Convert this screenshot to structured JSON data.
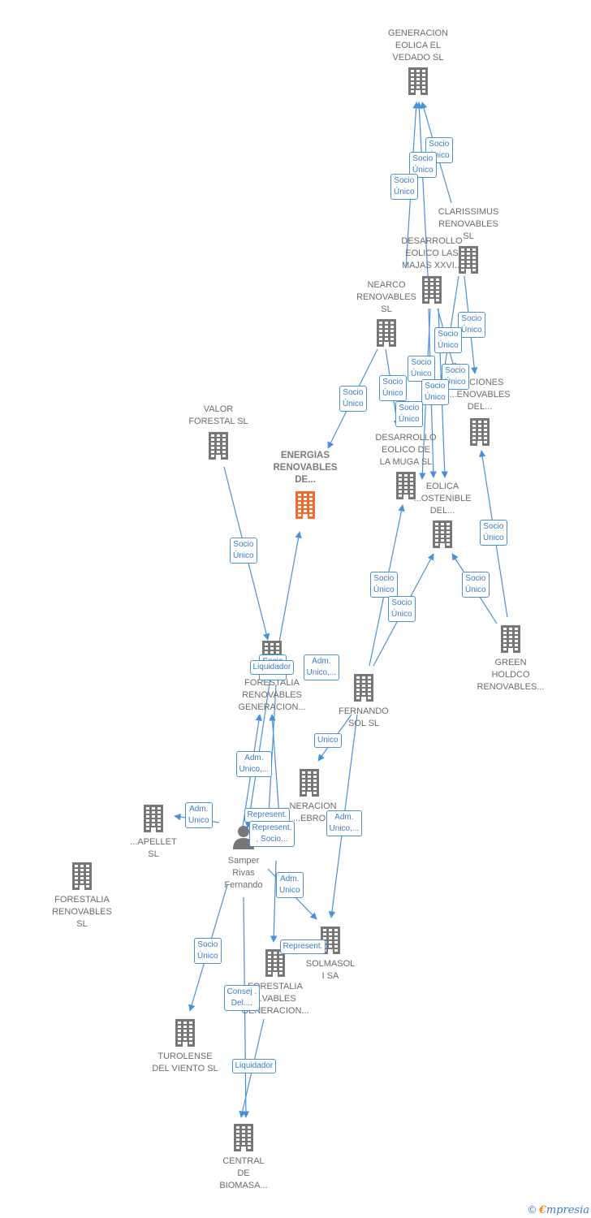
{
  "colors": {
    "edge": "#4a90d9",
    "node": "#777777",
    "main_node": "#f26a2e",
    "label": "#6b6b6b"
  },
  "nodes": [
    {
      "id": "n1",
      "label": "GENERACION\nEOLICA EL\nVEDADO SL",
      "type": "company"
    },
    {
      "id": "n2",
      "label": "CLARISSIMUS\nRENOVABLES\nSL",
      "type": "company"
    },
    {
      "id": "n3",
      "label": "DESARROLLO\nEOLICO LAS\nMAJAS XXVI...",
      "type": "company"
    },
    {
      "id": "n4",
      "label": "NEARCO\nRENOVABLES\nSL",
      "type": "company"
    },
    {
      "id": "n5",
      "label": "...ACIONES\n...ENOVABLES\nDEL...",
      "type": "company"
    },
    {
      "id": "n6",
      "label": "VALOR\nFORESTAL SL",
      "type": "company"
    },
    {
      "id": "n7",
      "label": "ENERGIAS\nRENOVABLES\nDE...",
      "type": "main"
    },
    {
      "id": "n8",
      "label": "DESARROLLO\nEOLICO DE\nLA MUGA SL",
      "type": "company"
    },
    {
      "id": "n9",
      "label": "EOLICA\n...OSTENIBLE\nDEL...",
      "type": "company"
    },
    {
      "id": "n10",
      "label": "GREEN\nHOLDCO\nRENOVABLES...",
      "type": "company"
    },
    {
      "id": "n11",
      "label": "FORESTALIA\nRENOVABLES\nGENERACION...",
      "type": "company"
    },
    {
      "id": "n12",
      "label": "FERNANDO\nSOL SL",
      "type": "company"
    },
    {
      "id": "n13",
      "label": "...NERACION\n...EBRO",
      "type": "company"
    },
    {
      "id": "n14",
      "label": "...APELLET\nSL",
      "type": "company"
    },
    {
      "id": "n15",
      "label": "FORESTALIA\nRENOVABLES\nSL",
      "type": "company"
    },
    {
      "id": "n16",
      "label": "Samper\nRivas\nFernando",
      "type": "person"
    },
    {
      "id": "n17",
      "label": "SOLMASOL\nI SA",
      "type": "company"
    },
    {
      "id": "n18",
      "label": "FORESTALIA\n...VABLES\nGENERACION...",
      "type": "company"
    },
    {
      "id": "n19",
      "label": "TUROLENSE\nDEL VIENTO SL",
      "type": "company"
    },
    {
      "id": "n20",
      "label": "CENTRAL\nDE\nBIOMASA...",
      "type": "company"
    }
  ],
  "edge_labels": [
    "Socio\nÚnico",
    "Socio\nÚnico",
    "Socio\nÚnico",
    "Socio\nÚnico",
    "Socio\nÚnico",
    "Socio\nÚnico",
    "Socio\nÚnico",
    "Socio\nÚnico",
    "Socio\nÚnico",
    "Socio\nÚnico",
    "Socio\nÚnico",
    "Socio\nÚnico",
    "Socio\nÚnico",
    "Socio\nÚnico",
    "Socio\nÚnico",
    "Socio\nÚnico",
    "Socio\nÚnico",
    "Liquidador",
    "Adm.\nUnico,...",
    "Adm.\nUnico,...",
    "Adm.\nUnico",
    "Represent.",
    "Represent.\n, Socio...",
    "Unico",
    "Adm.\nUnico,...",
    "Adm.\nUnico",
    "Represent.",
    "Socio\nÚnico",
    "Consej .\nDel....",
    "Liquidador",
    "Socio\nÚnico"
  ],
  "footer": {
    "copyright": "©",
    "brand_e": "€",
    "brand_rest": "mpresia"
  }
}
